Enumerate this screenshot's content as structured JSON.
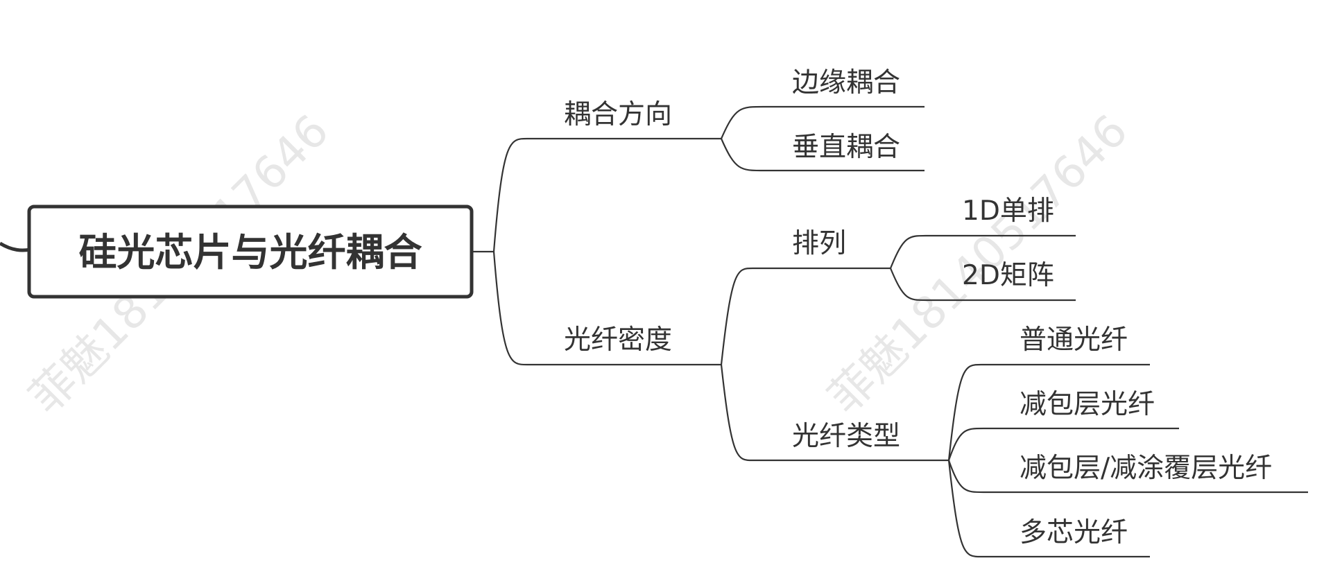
{
  "root": {
    "label": "硅光芯片与光纤耦合"
  },
  "branches": [
    {
      "label": "耦合方向",
      "children": [
        {
          "label": "边缘耦合"
        },
        {
          "label": "垂直耦合"
        }
      ]
    },
    {
      "label": "光纤密度",
      "children": [
        {
          "label": "排列",
          "children": [
            {
              "label": "1D单排"
            },
            {
              "label": "2D矩阵"
            }
          ]
        },
        {
          "label": "光纤类型",
          "children": [
            {
              "label": "普通光纤"
            },
            {
              "label": "减包层光纤"
            },
            {
              "label": "减包层/减涂覆层光纤"
            },
            {
              "label": "多芯光纤"
            }
          ]
        }
      ]
    }
  ],
  "watermarks": [
    {
      "label": "菲魅18140517646"
    },
    {
      "label": "菲魅18140517646"
    }
  ],
  "colors": {
    "line": "#333333",
    "text": "#333333",
    "background": "#ffffff"
  }
}
